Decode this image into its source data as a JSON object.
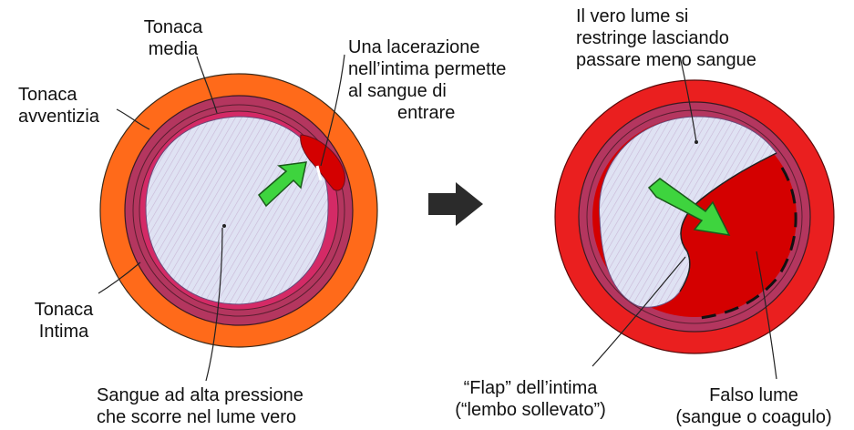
{
  "colors": {
    "adventitia": "#ff6a1a",
    "media": "#b4365f",
    "intima": "#d42a66",
    "lumen": "#dde0f2",
    "false_lumen": "#d40000",
    "blood_outer": "#ea1f1f",
    "arrow": "#3ed43e",
    "transition_arrow": "#2b2b2b",
    "leader_line": "#222222"
  },
  "labels": {
    "tonaca_media": [
      "Tonaca",
      "media"
    ],
    "tonaca_avventizia": [
      "Tonaca",
      "avventizia"
    ],
    "tonaca_intima": [
      "Tonaca",
      "Intima"
    ],
    "lacerazione": [
      "Una lacerazione",
      "nell’intima permette",
      "al sangue di",
      "entrare"
    ],
    "sangue_alta_pressione": [
      "Sangue ad alta pressione",
      "che scorre nel lume vero"
    ],
    "vero_lume": [
      "Il vero lume si",
      "restringe lasciando",
      "passare meno sangue"
    ],
    "flap": [
      "“Flap” dell’intima",
      "(“lembo sollevato”)"
    ],
    "falso_lume": [
      "Falso lume",
      "(sangue o coagulo)"
    ]
  },
  "icons": {
    "flow_arrow_left": "green-arrow-icon",
    "flow_arrow_right": "green-arrow-icon",
    "transition": "black-arrow-icon"
  }
}
